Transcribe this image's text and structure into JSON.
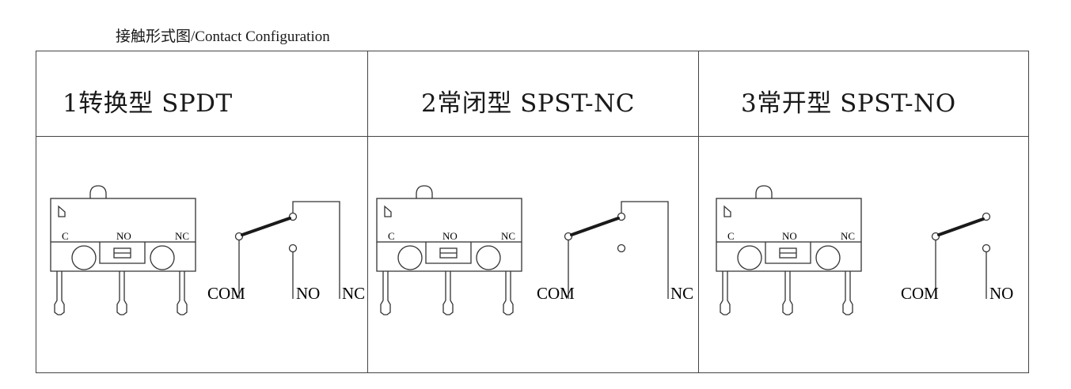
{
  "page_title": "接触形式图/Contact Configuration",
  "panels": [
    {
      "title": "1转换型 SPDT",
      "switch_labels": {
        "c": "C",
        "no": "NO",
        "nc": "NC"
      },
      "terminals": {
        "com": "COM",
        "no": "NO",
        "nc": "NC"
      }
    },
    {
      "title": "2常闭型 SPST-NC",
      "switch_labels": {
        "c": "C",
        "no": "NO",
        "nc": "NC"
      },
      "terminals": {
        "com": "COM",
        "nc": "NC"
      }
    },
    {
      "title": "3常开型 SPST-NO",
      "switch_labels": {
        "c": "C",
        "no": "NO",
        "nc": "NC"
      },
      "terminals": {
        "com": "COM",
        "no": "NO"
      }
    }
  ]
}
